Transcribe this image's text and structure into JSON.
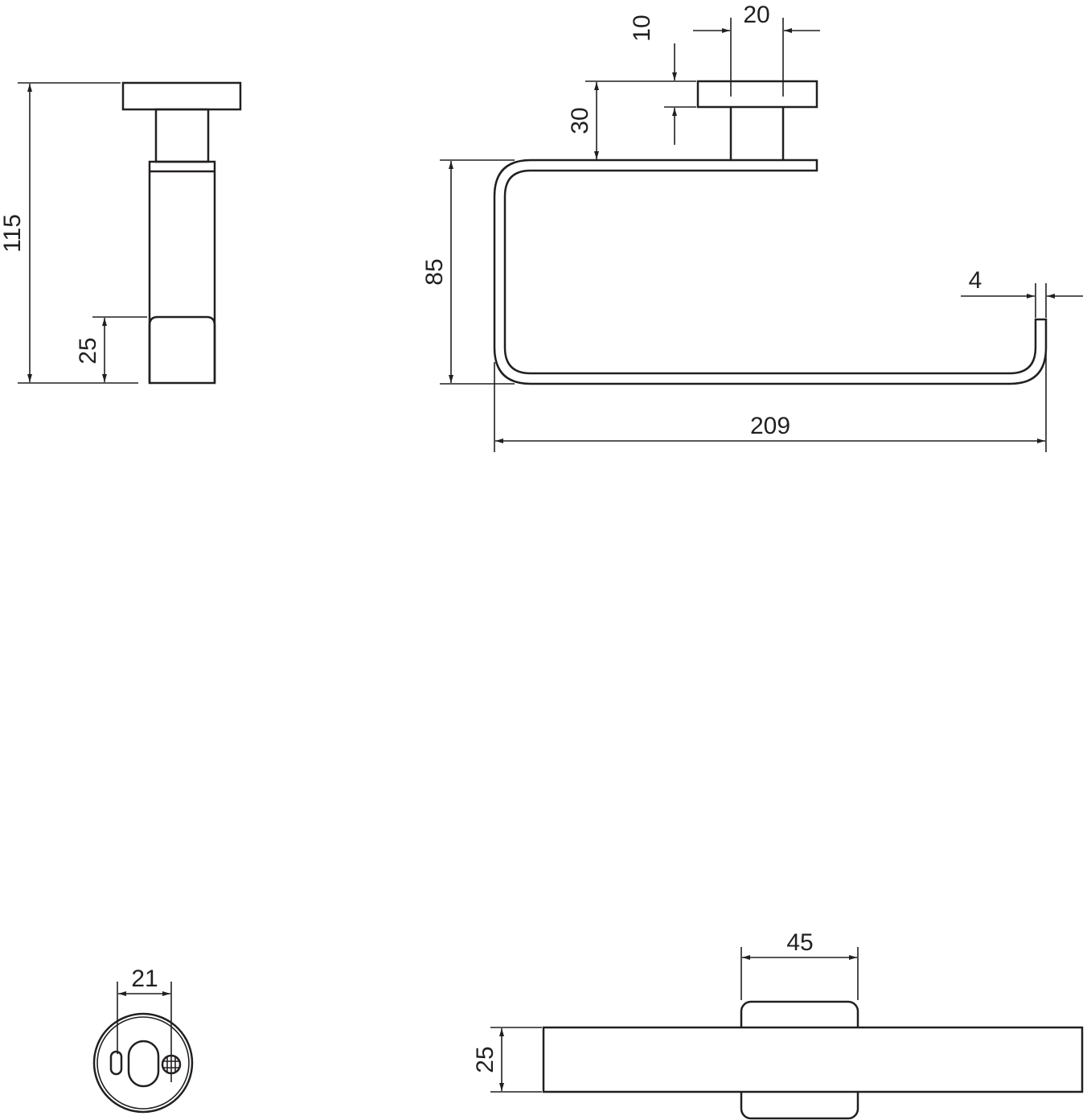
{
  "dimensions": {
    "height_total": "115",
    "height_hook": "25",
    "height_bar": "85",
    "height_bracket": "30",
    "plate_thickness": "10",
    "post_width": "20",
    "bar_thickness": "4",
    "total_length": "209",
    "base_diameter": "21",
    "bar_depth": "25",
    "base_width": "45"
  }
}
